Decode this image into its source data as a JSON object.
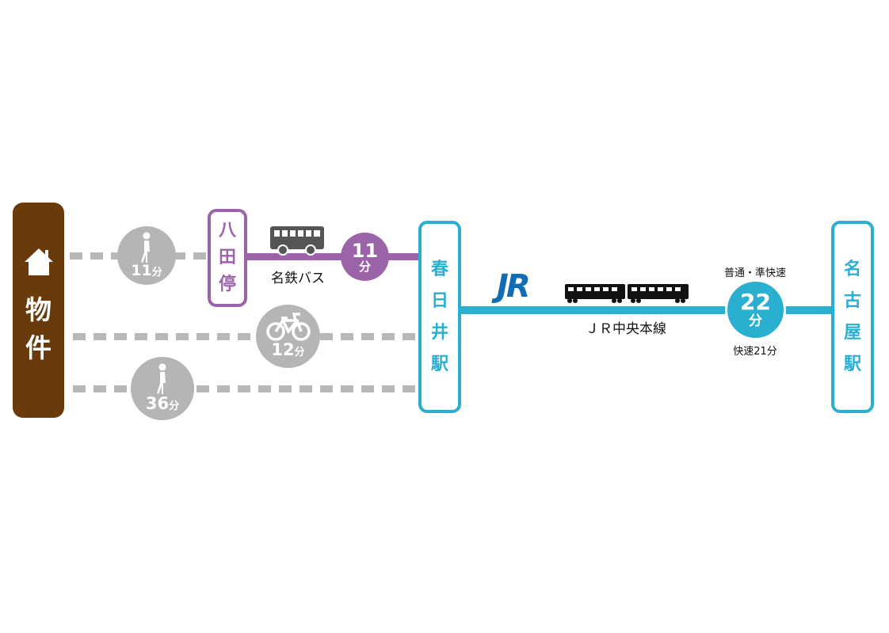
{
  "colors": {
    "property": "#6b3a0b",
    "bus": "#9b63a8",
    "rail": "#2aafd0",
    "walk": "#b5b5b5",
    "jr": "#0f6cb5"
  },
  "property": {
    "label_chars": [
      "物",
      "件"
    ],
    "icon": "house-icon"
  },
  "routes": {
    "walk_to_bus": {
      "minutes": "11",
      "unit": "分",
      "icon": "walking-person-icon"
    },
    "bike": {
      "minutes": "12",
      "unit": "分",
      "icon": "bicycle-icon"
    },
    "walk_to_station": {
      "minutes": "36",
      "unit": "分",
      "icon": "walking-person-icon"
    }
  },
  "bus_stop": {
    "name_chars": [
      "八",
      "田",
      "停"
    ]
  },
  "bus": {
    "line": "名鉄バス",
    "minutes": "11",
    "unit": "分",
    "icon": "bus-icon"
  },
  "station_kasugai": {
    "name_chars": [
      "春",
      "日",
      "井",
      "駅"
    ]
  },
  "train": {
    "logo": "JR",
    "line": "ＪＲ中央本線",
    "minutes": "22",
    "unit": "分",
    "note_top": "普通・準快速",
    "note_bottom": "快速21分",
    "icon": "train-icon"
  },
  "station_nagoya": {
    "name_chars": [
      "名",
      "古",
      "屋",
      "駅"
    ]
  }
}
